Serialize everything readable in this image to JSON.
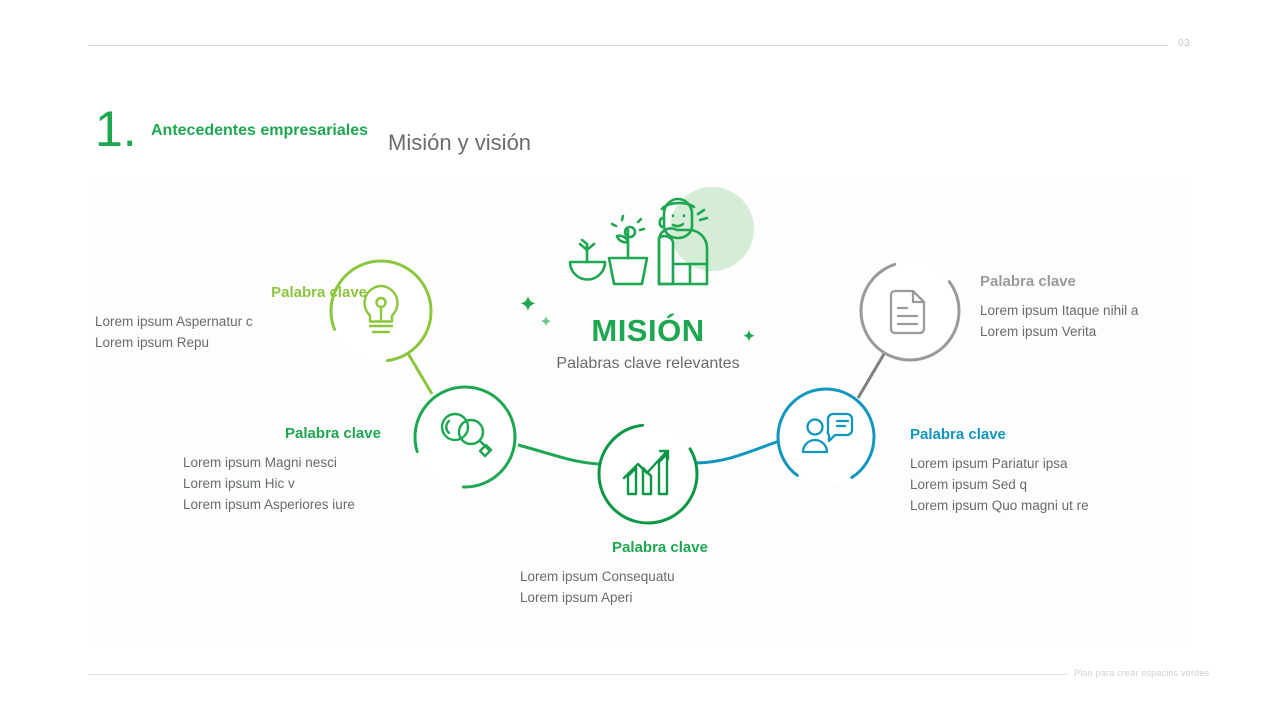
{
  "header": {
    "step_number": "1.",
    "eyebrow": "Antecedentes empresariales",
    "title": "Misión y visión",
    "page_number": "03"
  },
  "footer": {
    "text": "Plan para crear espacios verdes"
  },
  "center": {
    "title": "MISIÓN",
    "subtitle": "Palabras clave relevantes",
    "illustration": "gardener-planting-illustration"
  },
  "colors": {
    "light_green": "#8cc63e",
    "green": "#1ea751",
    "deep_green": "#0e9647",
    "teal": "#1196bd",
    "gray": "#9a9a9a",
    "body_text": "#666b6e",
    "panel": "#fdfdfe"
  },
  "nodes": [
    {
      "id": "node-idea",
      "icon": "lightbulb-icon",
      "color": "#8cc63e",
      "heading": "Palabra clave",
      "lines": [
        "Lorem ipsum Aspernatur c",
        "Lorem ipsum Repu"
      ]
    },
    {
      "id": "node-research",
      "icon": "magnifier-search-icon",
      "color": "#1ea751",
      "heading": "Palabra clave",
      "lines": [
        "Lorem ipsum Magni nesci",
        "Lorem ipsum Hic v",
        "Lorem ipsum Asperiores iure"
      ]
    },
    {
      "id": "node-growth",
      "icon": "growth-bar-chart-icon",
      "color": "#0e9647",
      "heading": "Palabra clave",
      "lines": [
        "Lorem ipsum Consequatu",
        "Lorem ipsum Aperi"
      ]
    },
    {
      "id": "node-communication",
      "icon": "person-speech-bubble-icon",
      "color": "#1196bd",
      "heading": "Palabra clave",
      "lines": [
        "Lorem ipsum Pariatur ipsa",
        "Lorem ipsum Sed q",
        "Lorem ipsum Quo magni ut re"
      ]
    },
    {
      "id": "node-document",
      "icon": "document-page-icon",
      "color": "#9a9a9a",
      "heading": "Palabra clave",
      "lines": [
        "Lorem ipsum Itaque nihil a",
        "Lorem ipsum Verita"
      ]
    }
  ],
  "decorations": {
    "sparkles": [
      "sparkle-icon",
      "sparkle-small-icon",
      "sparkle-right-icon"
    ]
  }
}
